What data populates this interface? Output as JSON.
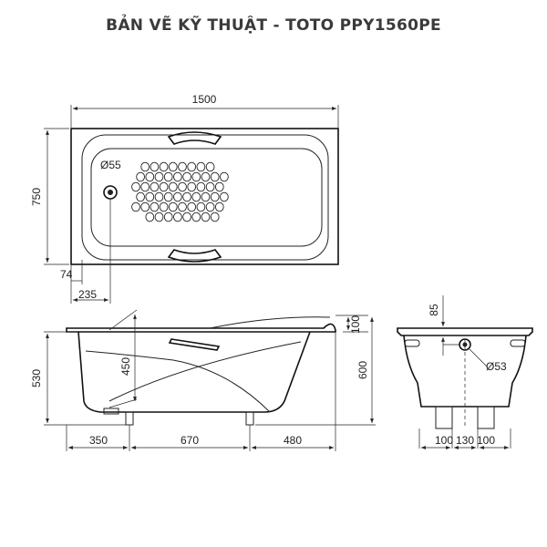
{
  "title": "BẢN VẼ KỸ THUẬT - TOTO PPY1560PE",
  "top_view": {
    "length": "1500",
    "width": "750",
    "drain_diameter": "Ø55",
    "offset_small": "74",
    "offset_drain": "235"
  },
  "side_view": {
    "height_total": "530",
    "drain_height": "450",
    "rim_height": "100",
    "overall_height": "600",
    "seg_left": "350",
    "seg_mid": "670",
    "seg_right": "480"
  },
  "end_view": {
    "rim_to_drain": "85",
    "outlet_diameter": "Ø53",
    "foot_left": "100",
    "foot_mid": "130",
    "foot_right": "100"
  }
}
